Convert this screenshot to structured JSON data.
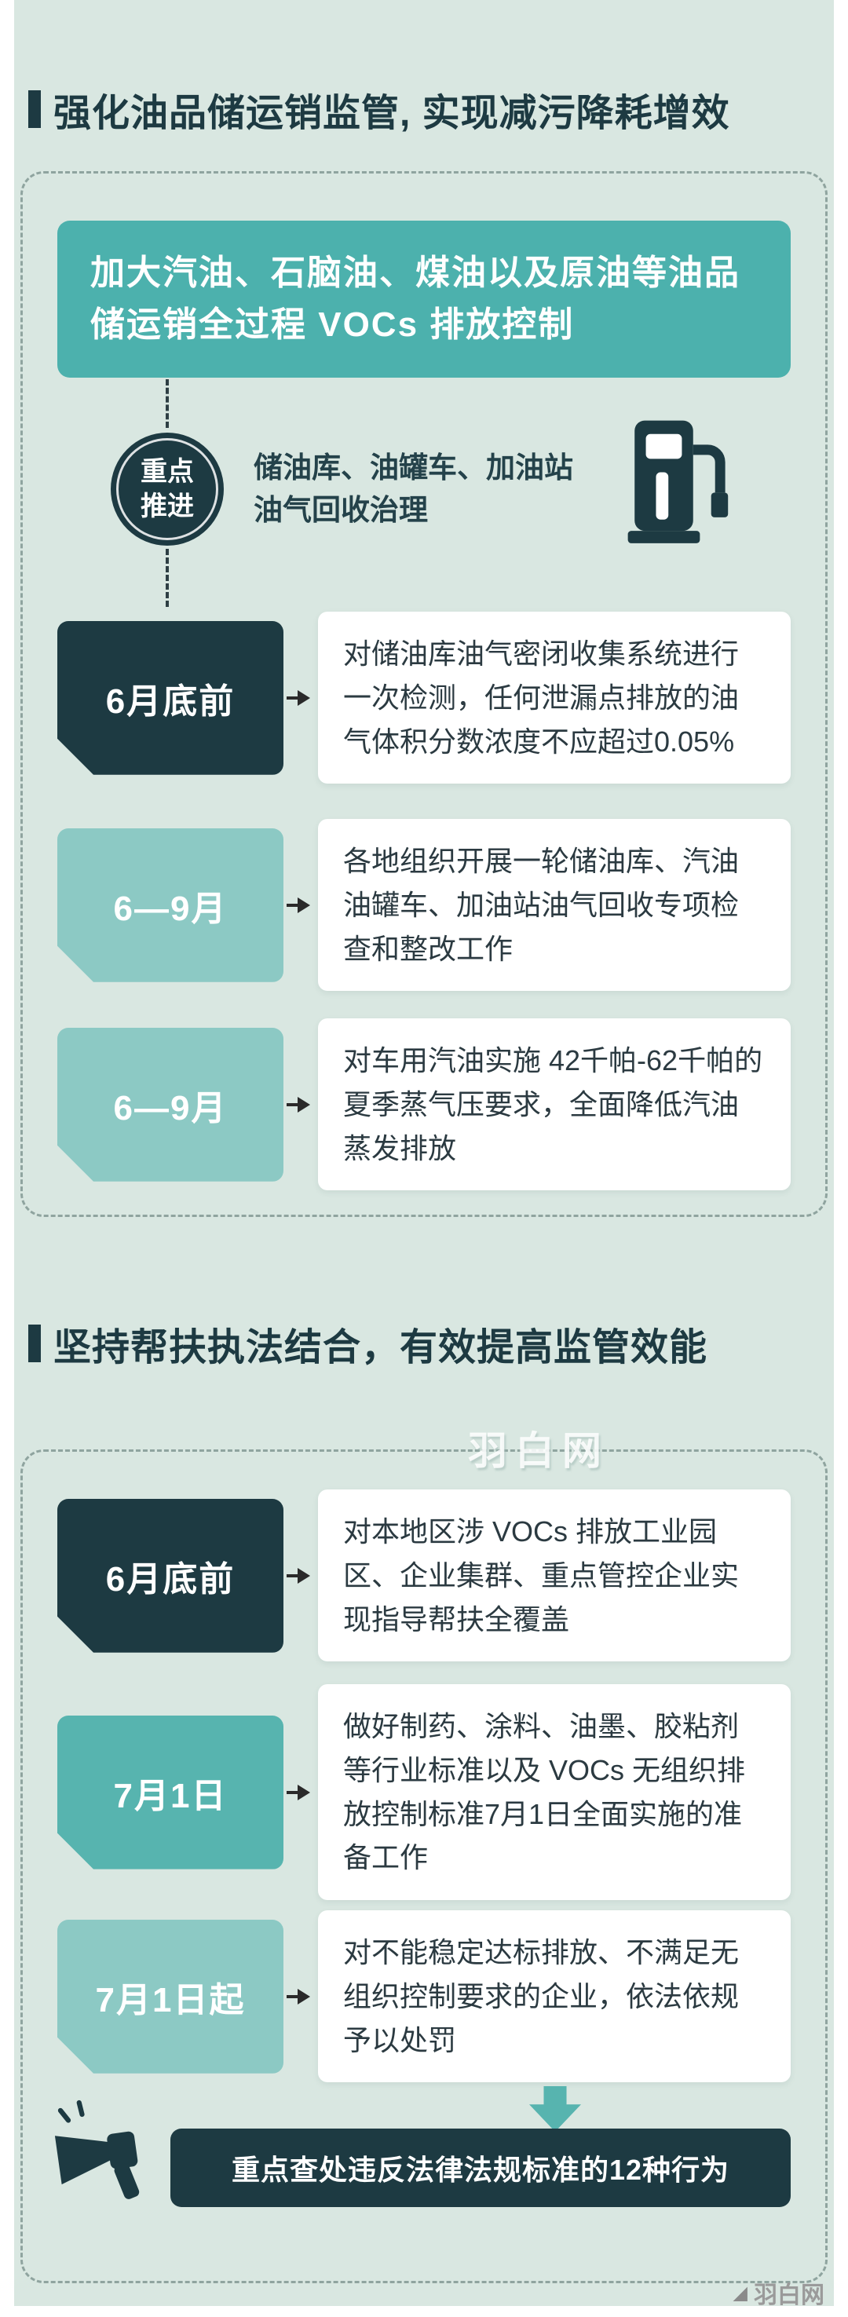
{
  "theme": {
    "background": "#d9e7e1",
    "dark": "#1d3a42",
    "teal": "#4cb1ad",
    "teal_medium": "#57b4af",
    "teal_light": "#8cc9c4",
    "card": "#ffffff"
  },
  "section1": {
    "title": "强化油品储运销监管, 实现减污降耗增效",
    "banner": "加大汽油、石脑油、煤油以及原油等油品储运销全过程 VOCs 排放控制",
    "focus_badge": "重点推进",
    "focus_text": "储油库、油罐车、加油站油气回收治理",
    "icon": "fuel-pump-icon",
    "timeline": [
      {
        "date": "6月底前",
        "text": "对储油库油气密闭收集系统进行一次检测，任何泄漏点排放的油气体积分数浓度不应超过0.05%"
      },
      {
        "date": "6—9月",
        "text": "各地组织开展一轮储油库、汽油油罐车、加油站油气回收专项检查和整改工作"
      },
      {
        "date": "6—9月",
        "text": "对车用汽油实施 42千帕-62千帕的夏季蒸气压要求，全面降低汽油蒸发排放"
      }
    ]
  },
  "section2": {
    "title": "坚持帮扶执法结合，有效提高监管效能",
    "timeline": [
      {
        "date": "6月底前",
        "text": "对本地区涉 VOCs 排放工业园区、企业集群、重点管控企业实现指导帮扶全覆盖"
      },
      {
        "date": "7月1日",
        "text": "做好制药、涂料、油墨、胶粘剂等行业标准以及 VOCs 无组织排放控制标准7月1日全面实施的准备工作"
      },
      {
        "date": "7月1日起",
        "text": "对不能稳定达标排放、不满足无组织控制要求的企业，依法依规予以处罚"
      }
    ],
    "alert_icon": "megaphone-icon",
    "flow_icon": "arrow-down-icon",
    "conclusion": "重点查处违反法律法规标准的12种行为"
  },
  "watermark": "羽白网",
  "footer": {
    "logo_text": "羽白网",
    "logo_mark": "◢"
  }
}
